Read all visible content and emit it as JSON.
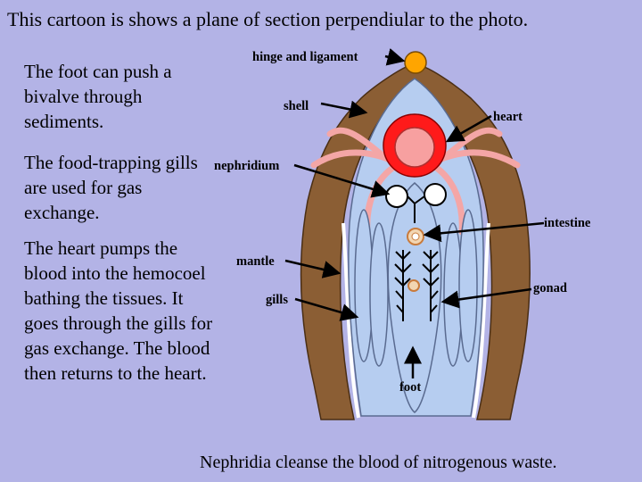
{
  "caption": "This cartoon is shows a plane of section perpendiular to the photo.",
  "paragraphs": [
    "The foot can push a bivalve through sediments.",
    "The food-trapping gills are used for gas exchange.",
    "The heart pumps the blood into the hemocoel bathing the tissues. It goes through the gills for gas exchange. The blood then returns to the heart."
  ],
  "labels": {
    "hinge": "hinge and ligament",
    "shell": "shell",
    "heart": "heart",
    "nephridium": "nephridium",
    "intestine": "intestine",
    "mantle": "mantle",
    "gonad": "gonad",
    "gills": "gills",
    "foot": "foot"
  },
  "footer": "Nephridia cleanse the blood of nitrogenous waste.",
  "colors": {
    "background": "#b3b3e6",
    "shell": "#8b5e34",
    "heart": "#ff1a1a",
    "hinge": "#ffa500",
    "vessels": "#f4a6a6"
  }
}
